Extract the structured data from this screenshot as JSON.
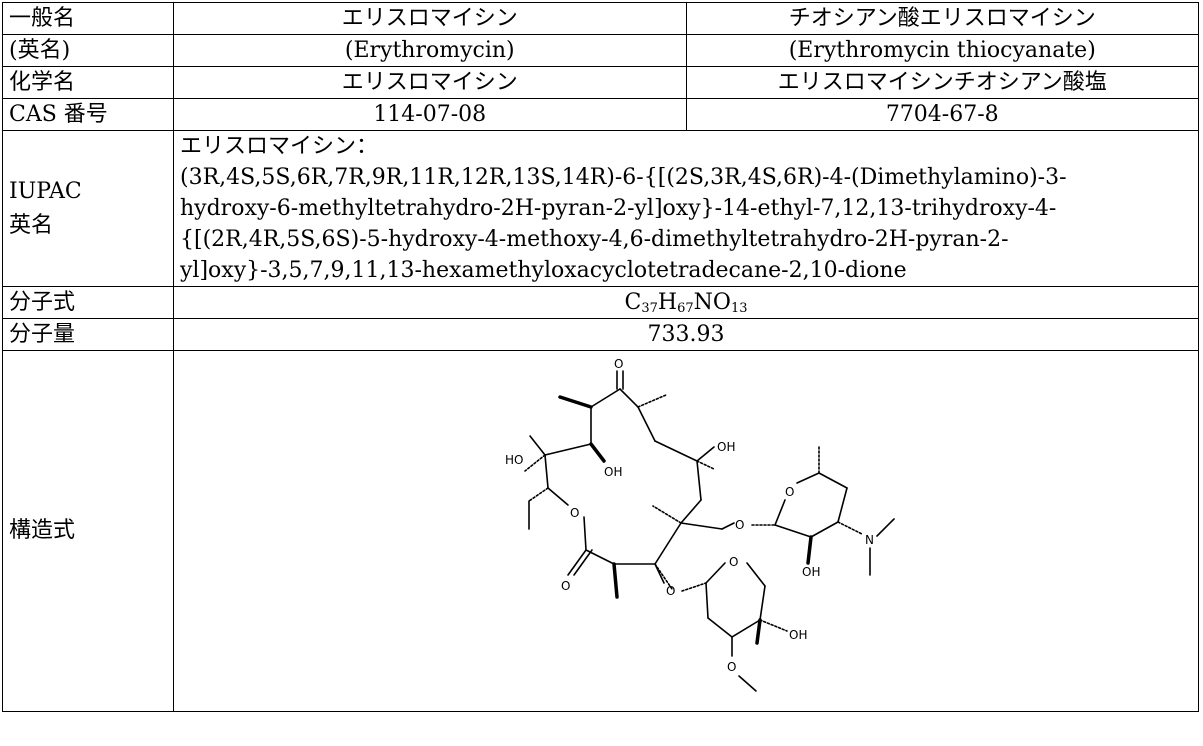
{
  "rows": {
    "general_name": {
      "label": "一般名",
      "col1": "エリスロマイシン",
      "col2": "チオシアン酸エリスロマイシン"
    },
    "english_name": {
      "label": "(英名)",
      "col1": "(Erythromycin)",
      "col2": "(Erythromycin thiocyanate)"
    },
    "chemical_name": {
      "label": "化学名",
      "col1": "エリスロマイシン",
      "col2": "エリスロマイシンチオシアン酸塩"
    },
    "cas": {
      "label": "CAS 番号",
      "col1": "114-07-08",
      "col2": "7704-67-8"
    },
    "iupac": {
      "label_line1": "IUPAC",
      "label_line2": "英名",
      "lines": [
        "エリスロマイシン：",
        "(3R,4S,5S,6R,7R,9R,11R,12R,13S,14R)-6-{[(2S,3R,4S,6R)-4-(Dimethylamino)-3-",
        "hydroxy-6-methyltetrahydro-2H-pyran-2-yl]oxy}-14-ethyl-7,12,13-trihydroxy-4-",
        "{[(2R,4R,5S,6S)-5-hydroxy-4-methoxy-4,6-dimethyltetrahydro-2H-pyran-2-",
        "yl]oxy}-3,5,7,9,11,13-hexamethyloxacyclotetradecane-2,10-dione"
      ]
    },
    "formula": {
      "label": "分子式",
      "parts": {
        "c": "C",
        "c_n": "37",
        "h": "H",
        "h_n": "67",
        "no": "NO",
        "o_n": "13"
      }
    },
    "weight": {
      "label": "分子量",
      "value": "733.93"
    },
    "structure": {
      "label": "構造式",
      "atom_labels": {
        "o": "O",
        "oh": "OH",
        "ho": "HO",
        "n": "N"
      }
    }
  }
}
